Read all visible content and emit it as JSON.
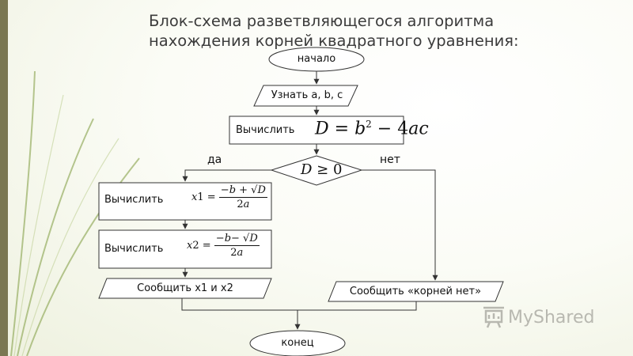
{
  "title": {
    "line1": "Блок-схема разветвляющегося алгоритма",
    "line2": "нахождения корней квадратного уравнения:"
  },
  "flowchart": {
    "start": "начало",
    "input": "Узнать a, b, c",
    "compute_d_label": "Вычислить",
    "compute_d_formula": "D = b² − 4ac",
    "condition": "D ≥ 0",
    "yes_label": "да",
    "no_label": "нет",
    "compute_x1_label": "Вычислить",
    "compute_x1_formula": "x1 = (−b + √D) / 2a",
    "compute_x2_label": "Вычислить",
    "compute_x2_formula": "x2 = (−b − √D) / 2a",
    "output_roots": "Сообщить x1 и x2",
    "output_no_roots": "Сообщить «корней нет»",
    "end": "конец"
  },
  "watermark": {
    "text": "MyShared",
    "icon": "presentation-board-icon"
  },
  "colors": {
    "side_band": "#7a7752",
    "stroke": "#333333",
    "title": "#3c3c3c"
  }
}
